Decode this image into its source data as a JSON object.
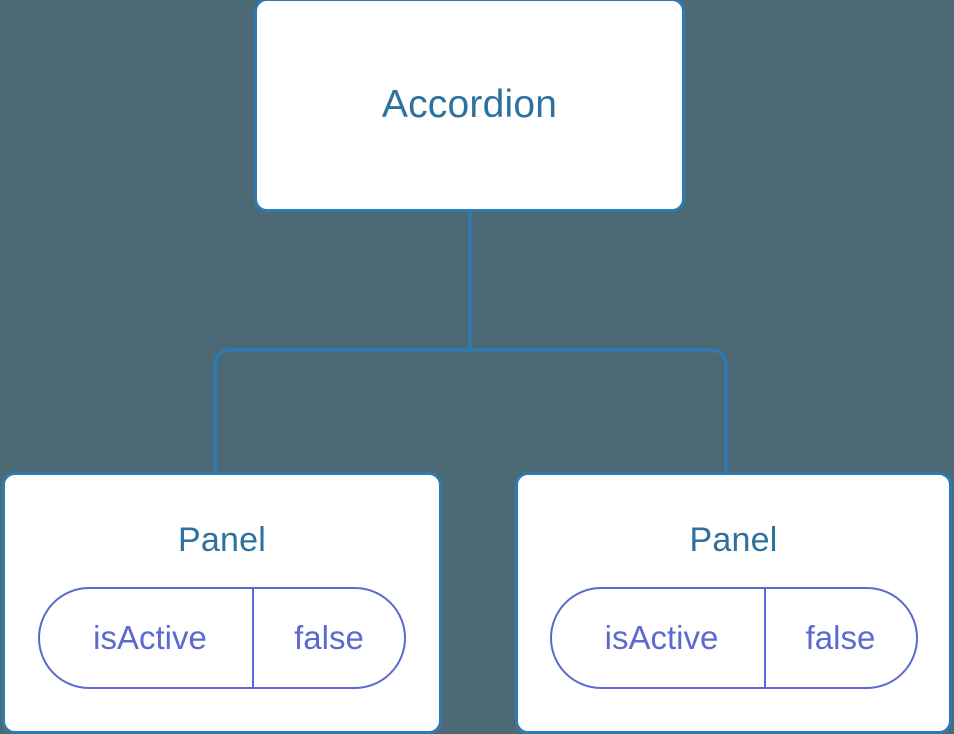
{
  "diagram": {
    "type": "component-tree",
    "background_color": "#4b6a75",
    "node_border_color": "#2d7bb0",
    "node_title_color": "#2d719e",
    "prop_color": "#5b6ad0",
    "connector_color": "#2d7bb0",
    "root": {
      "title": "Accordion"
    },
    "children": [
      {
        "title": "Panel",
        "props": [
          {
            "key": "isActive",
            "value": "false"
          }
        ]
      },
      {
        "title": "Panel",
        "props": [
          {
            "key": "isActive",
            "value": "false"
          }
        ]
      }
    ]
  }
}
